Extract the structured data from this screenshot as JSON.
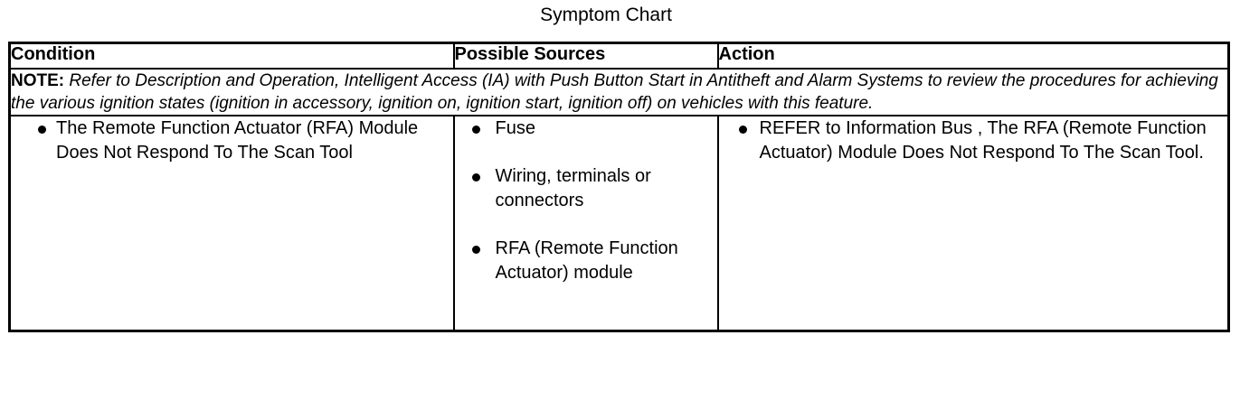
{
  "title": "Symptom Chart",
  "table": {
    "columns": [
      {
        "id": "condition",
        "label": "Condition"
      },
      {
        "id": "possible_sources",
        "label": "Possible Sources"
      },
      {
        "id": "action",
        "label": "Action"
      }
    ],
    "note": {
      "label": "NOTE:",
      "text": "Refer to Description and Operation, Intelligent Access (IA) with Push Button Start in Antitheft and Alarm Systems to review the procedures for achieving the various ignition states (ignition in accessory, ignition on, ignition start, ignition off) on vehicles with this feature."
    },
    "rows": [
      {
        "condition": [
          "The Remote Function Actuator (RFA) Module Does Not Respond To The Scan Tool"
        ],
        "possible_sources": [
          "Fuse",
          "Wiring, terminals or connectors",
          "RFA (Remote Function Actuator) module"
        ],
        "action": [
          "REFER to Information Bus , The RFA (Remote Function Actuator) Module Does Not Respond To The Scan Tool."
        ]
      }
    ]
  },
  "colors": {
    "text": "#000000",
    "background": "#ffffff",
    "border": "#000000"
  }
}
